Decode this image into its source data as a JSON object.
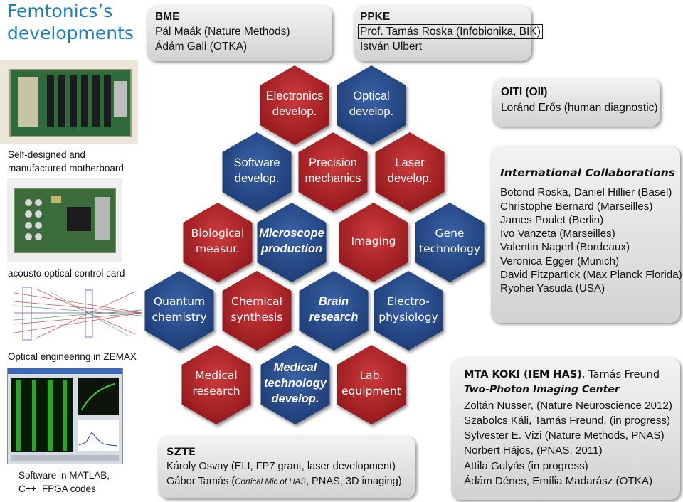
{
  "title": "Femtonics’s developments",
  "bme": {
    "head": "BME",
    "lines": [
      "Pál Maák (Nature Methods)",
      "Ádám Gali (OTKA)"
    ]
  },
  "ppke": {
    "head": "PPKE",
    "lines": [
      "Prof. Tamás Roska (Infobionika, BIK)",
      "István Ulbert"
    ]
  },
  "oiti": {
    "head": "OITI (OII)",
    "lines": [
      "Loránd Erős (human diagnostic)"
    ]
  },
  "international": {
    "head": "International Collaborations",
    "lines": [
      "Botond Roska, Daniel Hillier (Basel)",
      "Christophe Bernard (Marseilles)",
      "James Poulet (Berlin)",
      "Ivo Vanzeta (Marseilles)",
      "Valentin Nagerl (Bordeaux)",
      "Veronica Egger (Munich)",
      "David Fitzpartick (Max Planck Florida)",
      "Ryohei Yasuda (USA)"
    ]
  },
  "mta": {
    "head": "MTA KOKI (IEM HAS)",
    "head_rest": ", Tamás Freund",
    "subhead": "Two-Photon Imaging Center",
    "lines": [
      "Zoltán Nusser,   (Nature Neuroscience 2012)",
      "Szabolcs Káli, Tamás Freund,  (in progress)",
      "Sylvester E. Vizi (Nature Methods, PNAS)",
      "Norbert Hájos, (PNAS, 2011)",
      "Attila Gulyás (in progress)",
      "Ádám Dénes, Emília Madarász (OTKA)"
    ]
  },
  "szte": {
    "head": "SZTE",
    "line1": "Károly Osvay (ELI, FP7 grant, laser development)",
    "line2_a": "Gábor Tamás (",
    "line2_small": "Cortical Mic.of HAS",
    "line2_b": ", PNAS, 3D imaging)"
  },
  "captions": {
    "motherboard": [
      "Self-designed and",
      "manufactured motherboard"
    ],
    "acousto": "acousto optical control card",
    "zemax": "Optical engineering in ZEMAX",
    "software": [
      "Software in MATLAB,",
      "C++, FPGA codes"
    ]
  },
  "hexagons": [
    {
      "id": "electronics",
      "color": "red",
      "lines": [
        "Electronics",
        "develop."
      ]
    },
    {
      "id": "optical",
      "color": "blue",
      "lines": [
        "Optical",
        "develop."
      ]
    },
    {
      "id": "software",
      "color": "blue",
      "lines": [
        "Software",
        "develop."
      ]
    },
    {
      "id": "precision",
      "color": "red",
      "lines": [
        "Precision",
        "mechanics"
      ]
    },
    {
      "id": "laser",
      "color": "red",
      "lines": [
        "Laser",
        "develop."
      ]
    },
    {
      "id": "biological",
      "color": "red",
      "lines": [
        "Biological",
        "measur."
      ]
    },
    {
      "id": "microscope",
      "color": "blue",
      "lines": [
        "Microscope",
        "production"
      ]
    },
    {
      "id": "imaging",
      "color": "red",
      "lines": [
        "Imaging"
      ]
    },
    {
      "id": "gene",
      "color": "blue",
      "lines": [
        "Gene",
        "technology"
      ]
    },
    {
      "id": "quantum",
      "color": "blue",
      "lines": [
        "Quantum",
        "chemistry"
      ]
    },
    {
      "id": "chemical",
      "color": "red",
      "lines": [
        "Chemical",
        "synthesis"
      ]
    },
    {
      "id": "brain",
      "color": "blue",
      "lines": [
        "Brain",
        "research"
      ]
    },
    {
      "id": "electrophysiology",
      "color": "blue",
      "lines": [
        "Electro-",
        "physiology"
      ]
    },
    {
      "id": "medical-research",
      "color": "red",
      "lines": [
        "Medical",
        "research"
      ]
    },
    {
      "id": "medical-tech",
      "color": "blue",
      "lines": [
        "Medical",
        "technology",
        "develop."
      ]
    },
    {
      "id": "lab",
      "color": "red",
      "lines": [
        "Lab.",
        "equipment"
      ]
    }
  ],
  "colors": {
    "red": "#b9262c",
    "blue": "#2a4f90",
    "title": "#1a7ec4"
  }
}
